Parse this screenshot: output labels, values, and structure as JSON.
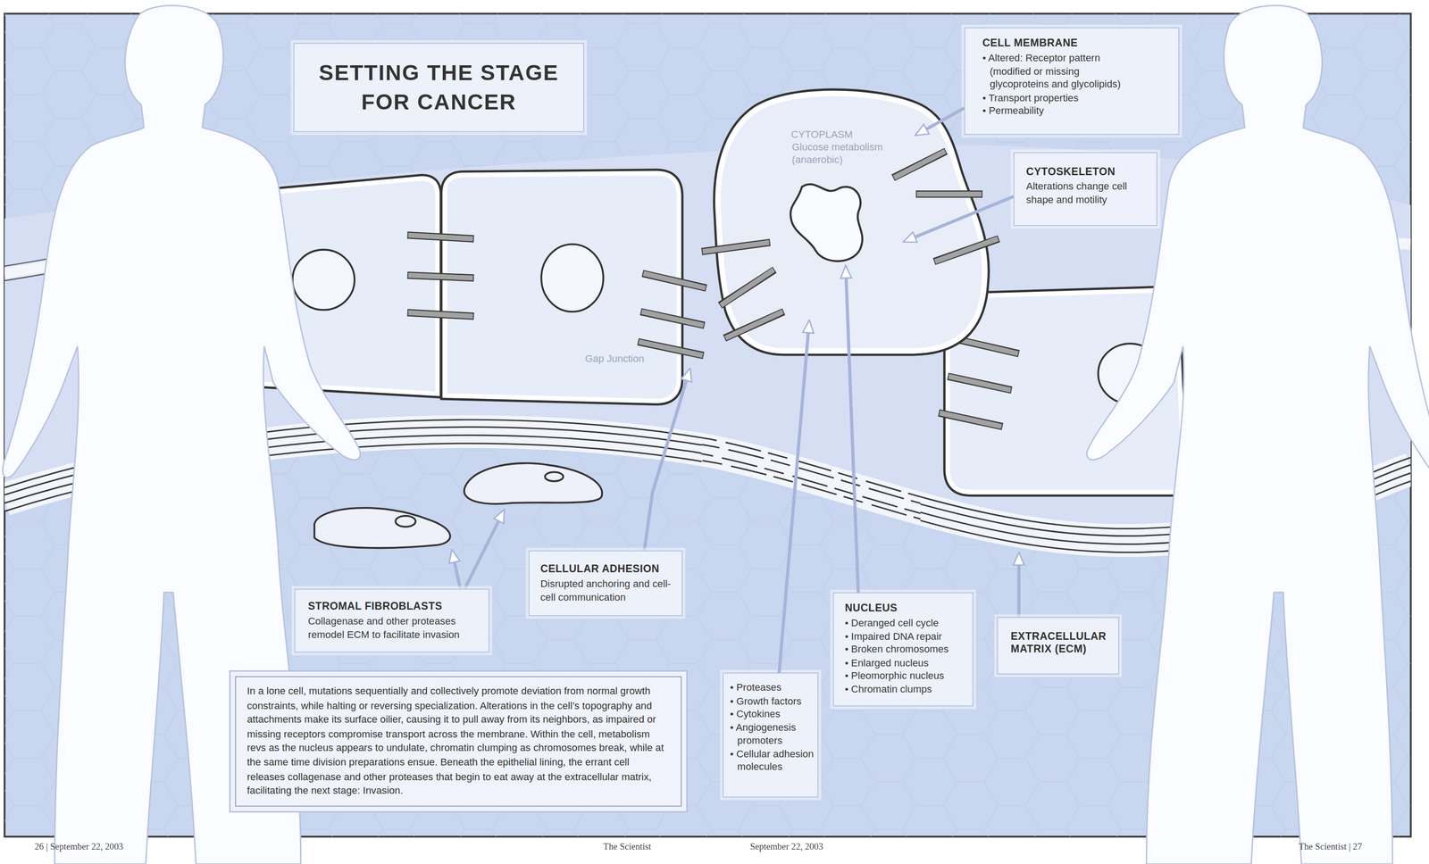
{
  "diagram": {
    "title": "SETTING THE STAGE FOR CANCER",
    "caption": "In a lone cell, mutations sequentially and collectively promote deviation from normal growth constraints, while halting or reversing specialization. Alterations in the cell’s topography and attachments make its surface oilier, causing it to pull away from its neighbors, as impaired or missing receptors compromise transport across the membrane. Within the cell, metabolism revs as the nucleus appears to undulate, chromatin clumping as chromosomes break, while at the same time division preparations ensue. Beneath the epithelial lining, the errant cell releases collagenase and other proteases that begin to eat away at the extracellular matrix, facilitating the next stage: Invasion.",
    "nodes": [
      {
        "text": [
          "CELL MEMBRANE",
          "• Altered: Receptor pattern (modified or missing glycoproteins and glycolipids)",
          "• Transport properties",
          "• Permeability"
        ]
      },
      {
        "text": [
          "CYTOPLASM",
          "Glucose metabolism (anaerobic)"
        ]
      },
      {
        "text": [
          "CYTOSKELETON",
          "Alterations change cell shape and motility"
        ]
      },
      {
        "text": [
          "CELLULAR ADHESION",
          "Disrupted anchoring and cell-cell communication"
        ]
      },
      {
        "text": [
          "STROMAL FIBROBLASTS",
          "Collagenase and other proteases remodel ECM to facilitate invasion"
        ]
      },
      {
        "text": [
          "NUCLEUS",
          "• Deranged cell cycle",
          "• Impaired DNA repair",
          "• Broken chromosomes",
          "• Enlarged nucleus",
          "• Pleomorphic nucleus",
          "• Chromatin clumps"
        ]
      },
      {
        "text": [
          "EXTRACELLULAR MATRIX (ECM)"
        ]
      },
      {
        "text": [
          "• Proteases",
          "• Growth factors",
          "• Cytokines",
          "• Angiogenesis promoters",
          "• Cellular adhesion molecules"
        ]
      }
    ],
    "edges": [
      {
        "from": 0,
        "to": 1,
        "arrow": "to"
      },
      {
        "from": 2,
        "to": 1,
        "arrow": "to"
      },
      {
        "from": 5,
        "to": 1,
        "arrow": "to"
      },
      {
        "from": 7,
        "to": 1,
        "arrow": "to"
      }
    ],
    "labels": [
      "Gap Junction",
      "26 | September 22, 2003",
      "The Scientist",
      "September 22, 2003",
      "The Scientist | 27"
    ]
  }
}
